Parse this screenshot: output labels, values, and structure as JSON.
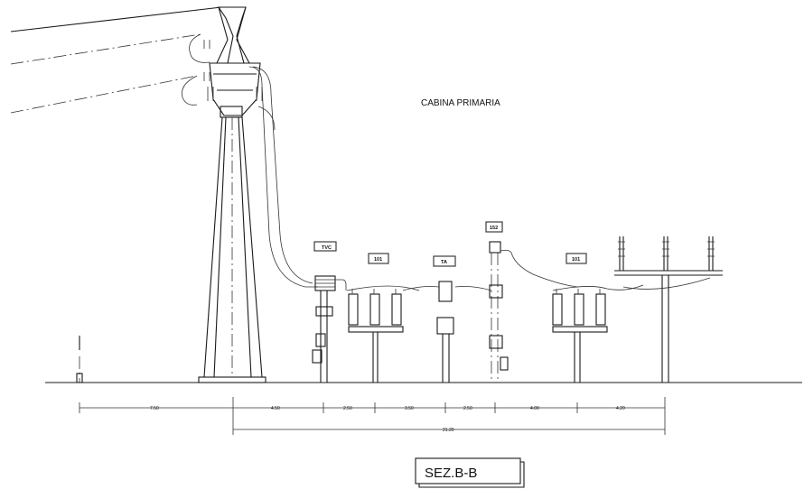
{
  "title": "CABINA PRIMARIA",
  "section_label": "SEZ.B-B",
  "equipment": {
    "tvc": "TVC",
    "s1": "101",
    "ta": "TA",
    "s2": "152",
    "s3": "101"
  },
  "dimensions": {
    "d1": "7.50",
    "d2": "4.50",
    "d3": "2.50",
    "d4": "3.50",
    "d5": "2.50",
    "d6": "4.00",
    "d7": "4.20",
    "total": "21.20"
  }
}
